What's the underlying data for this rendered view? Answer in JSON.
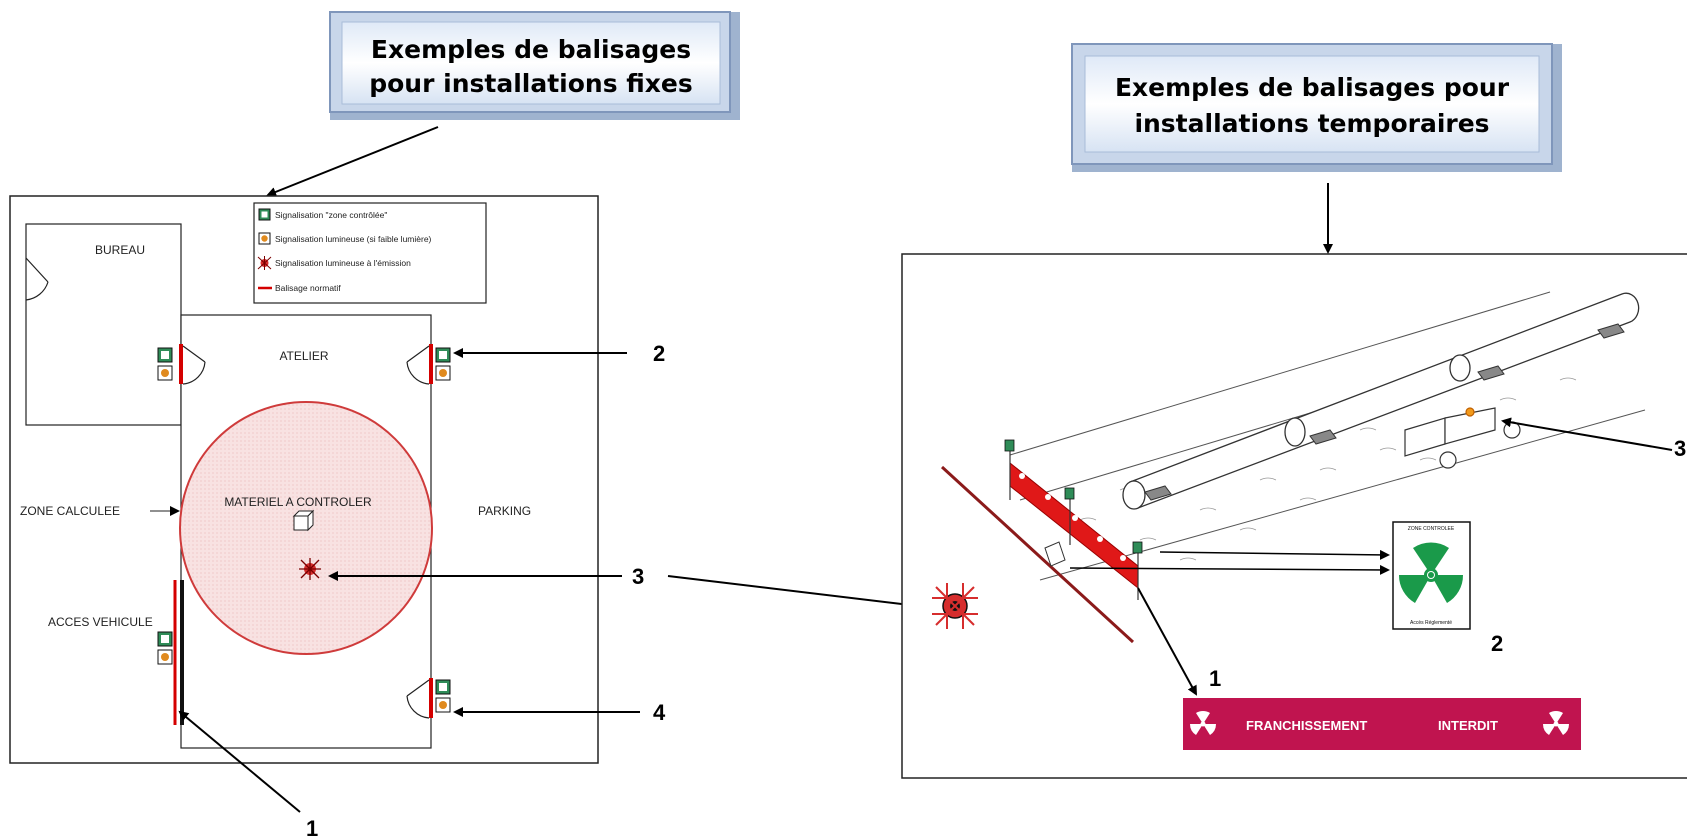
{
  "titles": {
    "fixed_line1": "Exemples de balisages",
    "fixed_line2": "pour installations fixes",
    "temp_line1": "Exemples de balisages pour",
    "temp_line2": "installations temporaires"
  },
  "legend": {
    "items": [
      {
        "label": "Signalisation \"zone contrôlée\"",
        "icon": "zone-sign-icon"
      },
      {
        "label": "Signalisation lumineuse (si faible lumière)",
        "icon": "light-sign-icon"
      },
      {
        "label": "Signalisation lumineuse à l'émission",
        "icon": "emission-light-icon"
      },
      {
        "label": "Balisage normatif",
        "icon": "red-line-icon"
      }
    ]
  },
  "plan": {
    "bureau": "BUREAU",
    "atelier": "ATELIER",
    "zone_calculee": "ZONE CALCULEE",
    "materiel": "MATERIEL A CONTROLER",
    "parking": "PARKING",
    "acces_vehicule": "ACCES VEHICULE"
  },
  "callouts": {
    "left_1": "1",
    "left_2": "2",
    "left_3": "3",
    "left_4": "4",
    "right_1": "1",
    "right_2": "2",
    "right_3": "3"
  },
  "temporary": {
    "banner_left": "FRANCHISSEMENT",
    "banner_right": "INTERDIT",
    "sign_top": "ZONE CONTROLEE",
    "sign_bottom": "Accès Réglementé"
  },
  "colors": {
    "red_marking": "#d40000",
    "banner": "#c0144f",
    "trefoil_green": "#1a9a4a",
    "zone_pink": "#f6dede"
  }
}
